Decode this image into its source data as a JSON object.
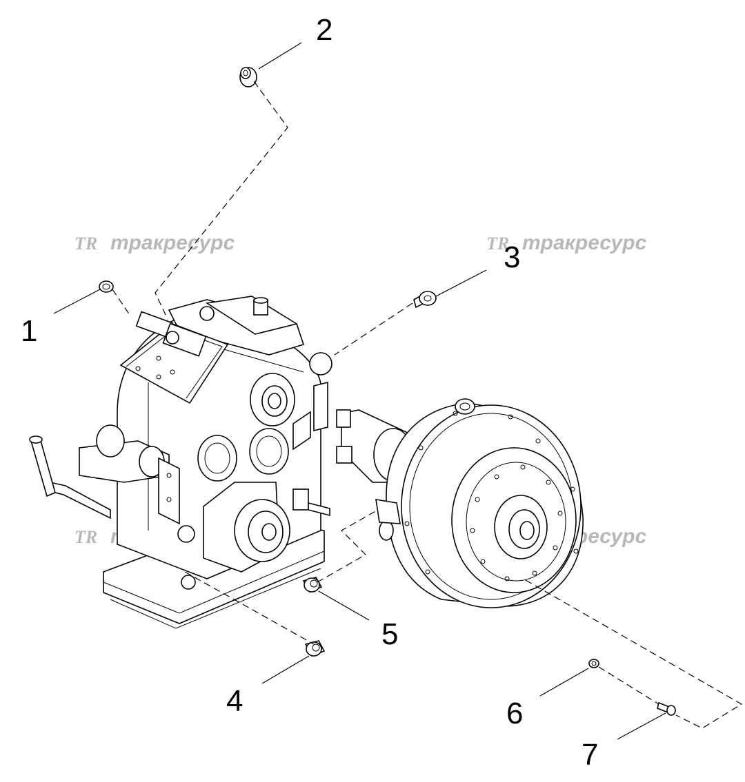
{
  "watermark": {
    "logo": "TR",
    "text": "тракресурс"
  },
  "callouts": [
    {
      "id": "1",
      "label": "1"
    },
    {
      "id": "2",
      "label": "2"
    },
    {
      "id": "3",
      "label": "3"
    },
    {
      "id": "4",
      "label": "4"
    },
    {
      "id": "5",
      "label": "5"
    },
    {
      "id": "6",
      "label": "6"
    },
    {
      "id": "7",
      "label": "7"
    }
  ],
  "colors": {
    "line": "#000000",
    "background": "#ffffff",
    "watermark": "#b8b8b8"
  }
}
